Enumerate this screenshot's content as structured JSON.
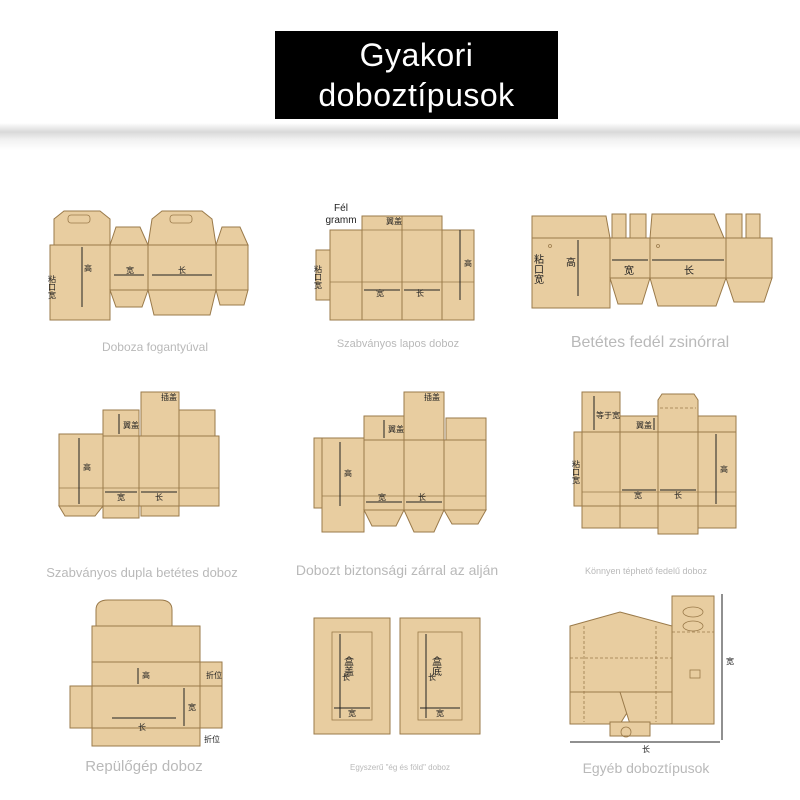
{
  "title": {
    "line1": "Gyakori",
    "line2": "doboztípusok"
  },
  "captions": {
    "c1": "Doboza fogantyúval",
    "c2": "Szabványos lapos doboz",
    "c3": "Betétes fedél zsinórral",
    "c4": "Szabványos dupla betétes doboz",
    "c5": "Dobozt biztonsági zárral az alján",
    "c6": "Könnyen téphető fedelű doboz",
    "c7": "Repülőgép doboz",
    "c8": "Egyszerű \"ég és föld\" doboz",
    "c9": "Egyéb doboztípusok"
  },
  "labels": {
    "glue": "粘口宽",
    "height": "高",
    "width": "宽",
    "length": "长",
    "half_gram": "Fél gramm",
    "lid_wide": "翼盖",
    "tuck_lid": "插盖",
    "equal_width": "等于宽",
    "fold_pos": "折位",
    "box_lid": "盒盖",
    "box_bottom": "盒底"
  },
  "colors": {
    "cardboard": "#e8cda0",
    "outline": "#9a7a4a",
    "caption": "#b9b9b9"
  }
}
